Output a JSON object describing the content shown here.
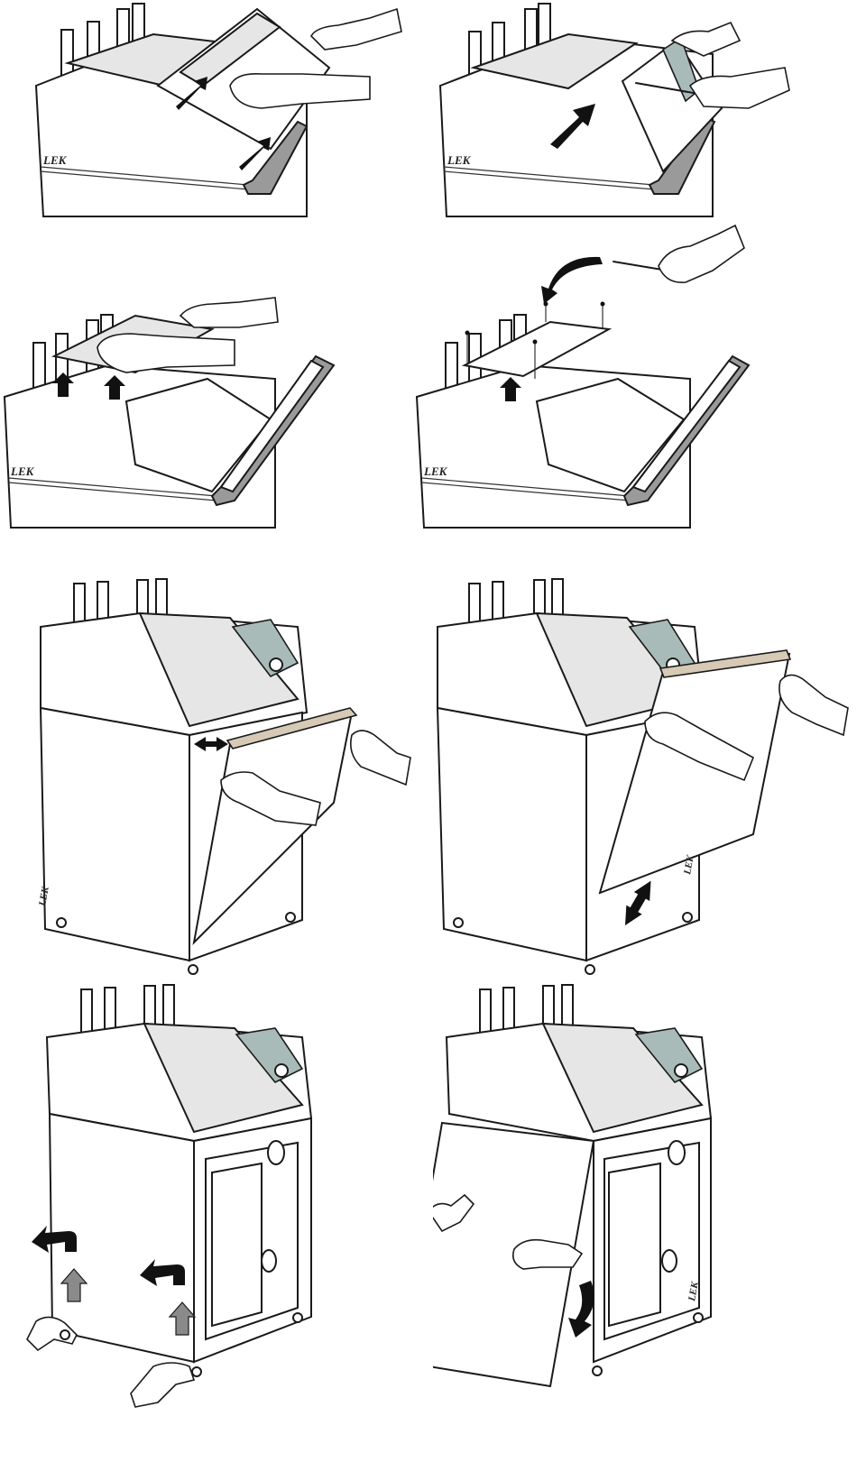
{
  "figure": {
    "steps": [
      {
        "id": 1,
        "brand_label": "LEK",
        "arrow_color": "#111111"
      },
      {
        "id": 2,
        "brand_label": "LEK",
        "arrow_color": "#111111"
      },
      {
        "id": 3,
        "brand_label": "LEK",
        "arrow_color": "#111111"
      },
      {
        "id": 4,
        "brand_label": "LEK",
        "arrow_color": "#111111"
      },
      {
        "id": 5,
        "brand_label": "LEK",
        "arrow_color": "#111111"
      },
      {
        "id": 6,
        "brand_label": "LEK",
        "arrow_color": "#111111"
      },
      {
        "id": 7,
        "brand_label": "",
        "arrow_color": "#8a8a8a"
      },
      {
        "id": 8,
        "brand_label": "LEK",
        "arrow_color": "#111111"
      }
    ],
    "colors": {
      "line": "#1a1a1a",
      "cabinet": "#ffffff",
      "cabinet_shade": "#e6e6e6",
      "top_frame": "#9a9a9a",
      "panel_edge": "#d6c9b5",
      "control_panel": "#a9bbb8"
    }
  }
}
